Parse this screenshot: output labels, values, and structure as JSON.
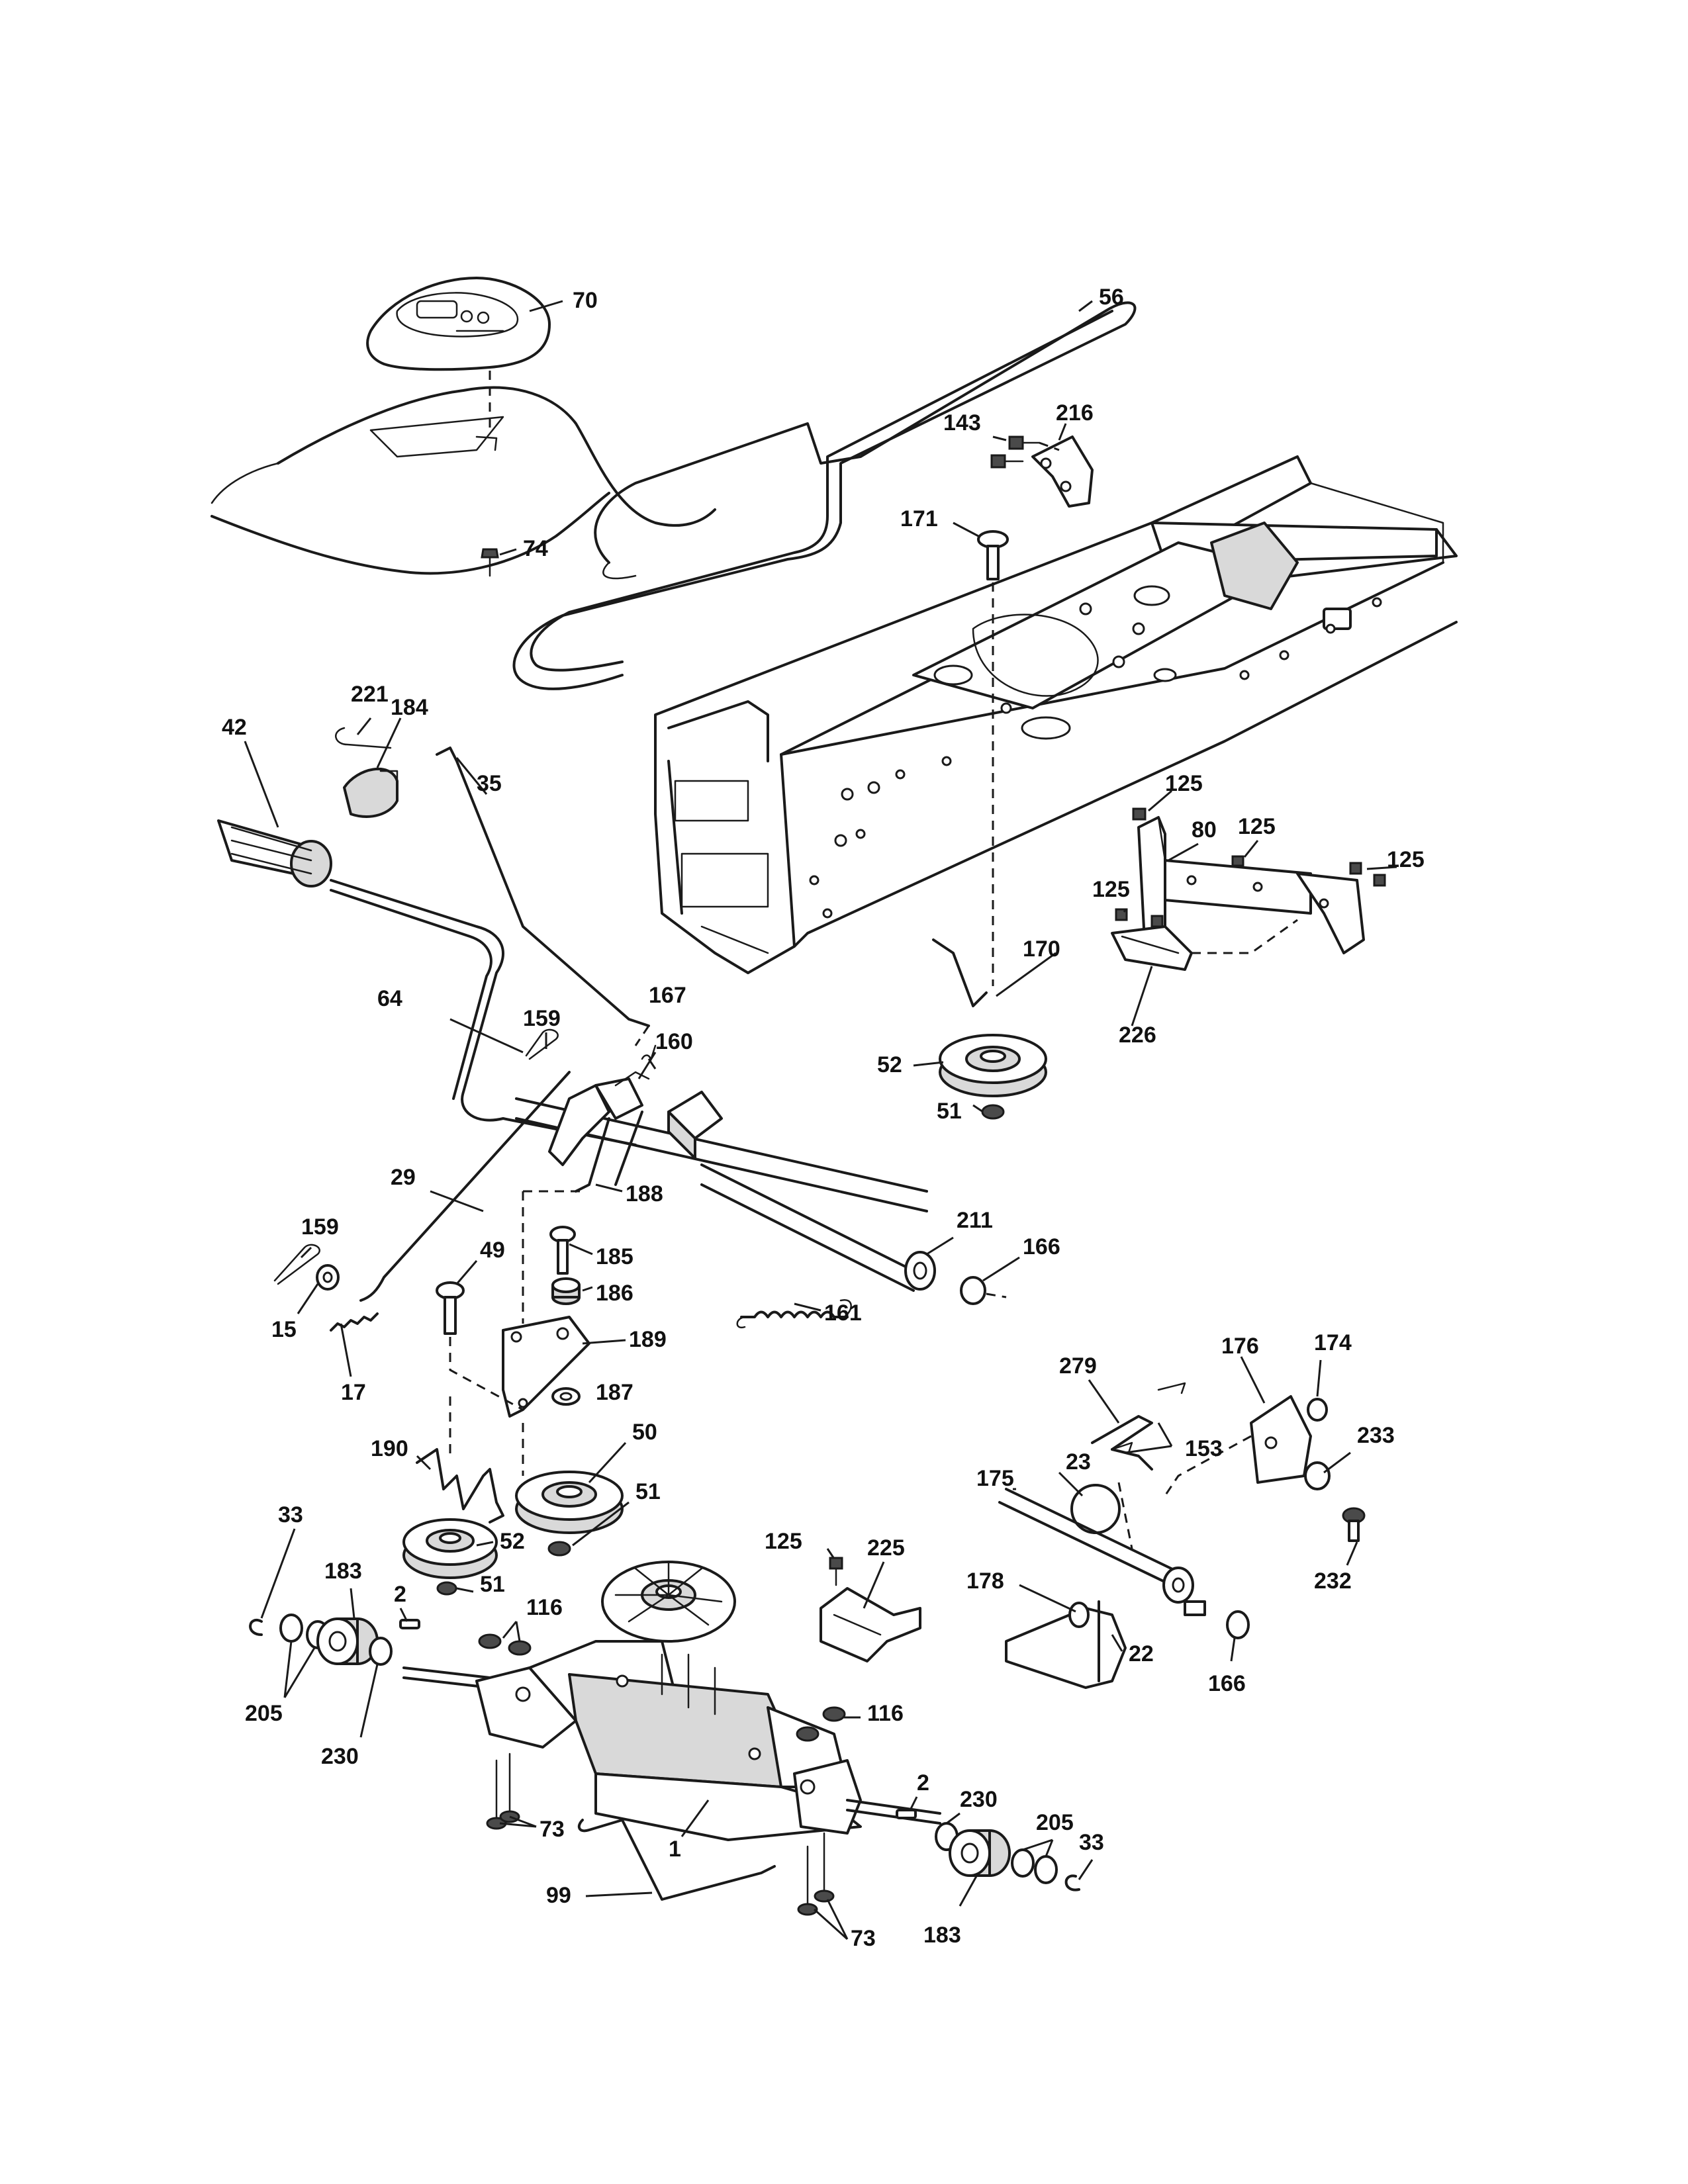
{
  "diagram": {
    "callouts": [
      {
        "id": "c70",
        "text": "70"
      },
      {
        "id": "c56",
        "text": "56"
      },
      {
        "id": "c143",
        "text": "143"
      },
      {
        "id": "c216",
        "text": "216"
      },
      {
        "id": "c74",
        "text": "74"
      },
      {
        "id": "c171",
        "text": "171"
      },
      {
        "id": "c221",
        "text": "221"
      },
      {
        "id": "c184",
        "text": "184"
      },
      {
        "id": "c42",
        "text": "42"
      },
      {
        "id": "c35",
        "text": "35"
      },
      {
        "id": "c125a",
        "text": "125"
      },
      {
        "id": "c80",
        "text": "80"
      },
      {
        "id": "c125b",
        "text": "125"
      },
      {
        "id": "c125c",
        "text": "125"
      },
      {
        "id": "c125d",
        "text": "125"
      },
      {
        "id": "c170",
        "text": "170"
      },
      {
        "id": "c226",
        "text": "226"
      },
      {
        "id": "c64",
        "text": "64"
      },
      {
        "id": "c159a",
        "text": "159"
      },
      {
        "id": "c167",
        "text": "167"
      },
      {
        "id": "c160",
        "text": "160"
      },
      {
        "id": "c52a",
        "text": "52"
      },
      {
        "id": "c51a",
        "text": "51"
      },
      {
        "id": "c29",
        "text": "29"
      },
      {
        "id": "c188",
        "text": "188"
      },
      {
        "id": "c211",
        "text": "211"
      },
      {
        "id": "c166a",
        "text": "166"
      },
      {
        "id": "c159b",
        "text": "159"
      },
      {
        "id": "c185",
        "text": "185"
      },
      {
        "id": "c49",
        "text": "49"
      },
      {
        "id": "c186",
        "text": "186"
      },
      {
        "id": "c15",
        "text": "15"
      },
      {
        "id": "c161",
        "text": "161"
      },
      {
        "id": "c189",
        "text": "189"
      },
      {
        "id": "c17",
        "text": "17"
      },
      {
        "id": "c176",
        "text": "176"
      },
      {
        "id": "c174",
        "text": "174"
      },
      {
        "id": "c279",
        "text": "279"
      },
      {
        "id": "c187",
        "text": "187"
      },
      {
        "id": "c233",
        "text": "233"
      },
      {
        "id": "c50",
        "text": "50"
      },
      {
        "id": "c23",
        "text": "23"
      },
      {
        "id": "c153",
        "text": "153"
      },
      {
        "id": "c190",
        "text": "190"
      },
      {
        "id": "c175",
        "text": "175"
      },
      {
        "id": "c51b",
        "text": "51"
      },
      {
        "id": "c33a",
        "text": "33"
      },
      {
        "id": "c52b",
        "text": "52"
      },
      {
        "id": "c232",
        "text": "232"
      },
      {
        "id": "c125e",
        "text": "125"
      },
      {
        "id": "c225",
        "text": "225"
      },
      {
        "id": "c183a",
        "text": "183"
      },
      {
        "id": "c51c",
        "text": "51"
      },
      {
        "id": "c178",
        "text": "178"
      },
      {
        "id": "c2a",
        "text": "2"
      },
      {
        "id": "c116a",
        "text": "116"
      },
      {
        "id": "c22",
        "text": "22"
      },
      {
        "id": "c166b",
        "text": "166"
      },
      {
        "id": "c205a",
        "text": "205"
      },
      {
        "id": "c230a",
        "text": "230"
      },
      {
        "id": "c116b",
        "text": "116"
      },
      {
        "id": "c2b",
        "text": "2"
      },
      {
        "id": "c230b",
        "text": "230"
      },
      {
        "id": "c205b",
        "text": "205"
      },
      {
        "id": "c73a",
        "text": "73"
      },
      {
        "id": "c1",
        "text": "1"
      },
      {
        "id": "c33b",
        "text": "33"
      },
      {
        "id": "c99",
        "text": "99"
      },
      {
        "id": "c73b",
        "text": "73"
      },
      {
        "id": "c183b",
        "text": "183"
      }
    ]
  }
}
